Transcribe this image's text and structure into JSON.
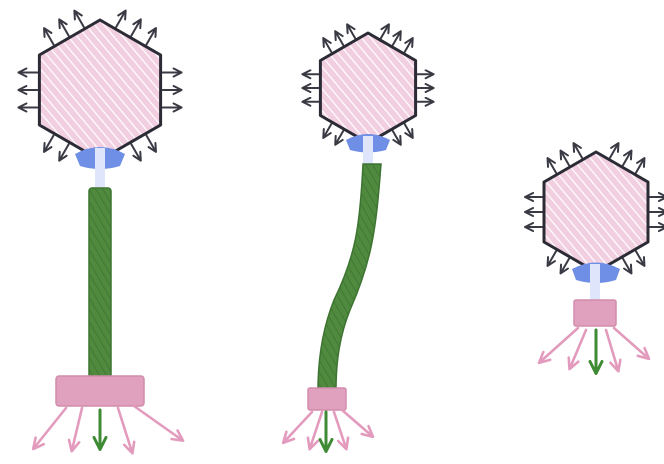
{
  "colors": {
    "head_fill": "#f2cfe0",
    "head_hatch": "#ffffff",
    "outline": "#2b2b35",
    "arrow": "#3a3a44",
    "portal": "#6f8fe6",
    "tail": "#4f8a3e",
    "tail_dark": "#3e7432",
    "baseplate": "#e0a1bf",
    "fiber": "#e39bbd",
    "genome_arrow": "#3f8a35"
  },
  "figures": [
    {
      "label": "",
      "state": "tail-extended"
    },
    {
      "label": "",
      "state": "tail-bending"
    },
    {
      "label": "",
      "state": "tail-contracted"
    }
  ]
}
